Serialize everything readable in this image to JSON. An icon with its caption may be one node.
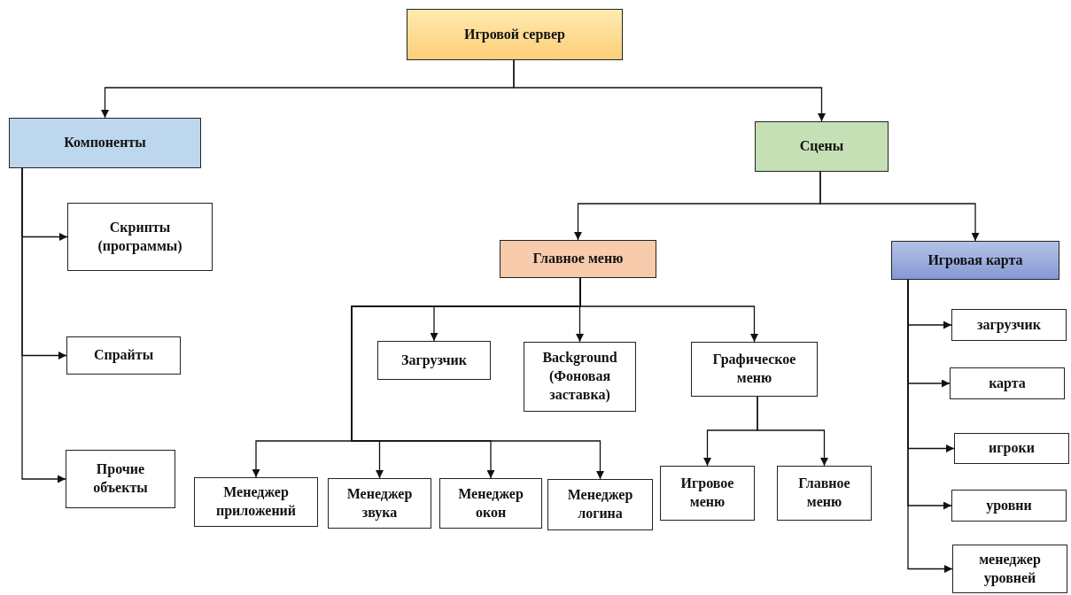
{
  "diagram": {
    "nodes": [
      {
        "text": [
          "Игровой сервер"
        ]
      },
      {
        "text": [
          "Компоненты"
        ]
      },
      {
        "text": [
          "Сцены"
        ]
      },
      {
        "text": [
          "Скрипты (программы)"
        ]
      },
      {
        "text": [
          "Спрайты"
        ]
      },
      {
        "text": [
          "Прочие объекты"
        ]
      },
      {
        "text": [
          "Главное меню"
        ]
      },
      {
        "text": [
          "Игровая карта"
        ]
      },
      {
        "text": [
          "Загрузчик"
        ]
      },
      {
        "text": [
          "Background (Фоновая заставка)"
        ]
      },
      {
        "text": [
          "Графическое меню"
        ]
      },
      {
        "text": [
          "Менеджер приложений"
        ]
      },
      {
        "text": [
          "Менеджер звука"
        ]
      },
      {
        "text": [
          "Менеджер окон"
        ]
      },
      {
        "text": [
          "Менеджер логина"
        ]
      },
      {
        "text": [
          "Игровое меню"
        ]
      },
      {
        "text": [
          "Главное меню"
        ]
      },
      {
        "text": [
          "загрузчик"
        ]
      },
      {
        "text": [
          "карта"
        ]
      },
      {
        "text": [
          "игроки"
        ]
      },
      {
        "text": [
          "уровни"
        ]
      },
      {
        "text": [
          "менеджер уровней"
        ]
      }
    ],
    "edges": [
      {
        "from": 0,
        "to": 1,
        "arrow": "to"
      },
      {
        "from": 0,
        "to": 2,
        "arrow": "to"
      },
      {
        "from": 1,
        "to": 3,
        "arrow": "to"
      },
      {
        "from": 1,
        "to": 4,
        "arrow": "to"
      },
      {
        "from": 1,
        "to": 5,
        "arrow": "to"
      },
      {
        "from": 2,
        "to": 6,
        "arrow": "to"
      },
      {
        "from": 2,
        "to": 7,
        "arrow": "to"
      },
      {
        "from": 6,
        "to": 8,
        "arrow": "to"
      },
      {
        "from": 6,
        "to": 9,
        "arrow": "to"
      },
      {
        "from": 6,
        "to": 10,
        "arrow": "to"
      },
      {
        "from": 6,
        "to": 11,
        "arrow": "to"
      },
      {
        "from": 6,
        "to": 12,
        "arrow": "to"
      },
      {
        "from": 6,
        "to": 13,
        "arrow": "to"
      },
      {
        "from": 6,
        "to": 14,
        "arrow": "to"
      },
      {
        "from": 10,
        "to": 15,
        "arrow": "to"
      },
      {
        "from": 10,
        "to": 16,
        "arrow": "to"
      },
      {
        "from": 7,
        "to": 17,
        "arrow": "to"
      },
      {
        "from": 7,
        "to": 18,
        "arrow": "to"
      },
      {
        "from": 7,
        "to": 19,
        "arrow": "to"
      },
      {
        "from": 7,
        "to": 20,
        "arrow": "to"
      },
      {
        "from": 7,
        "to": 21,
        "arrow": "to"
      }
    ]
  }
}
